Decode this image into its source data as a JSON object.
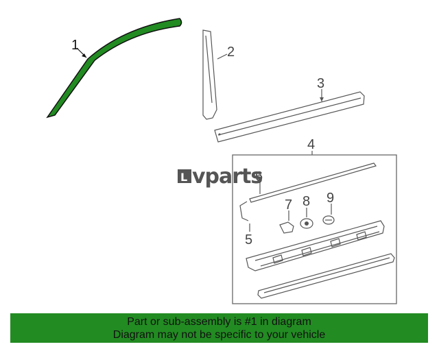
{
  "callouts": [
    "1",
    "2",
    "3",
    "4",
    "5",
    "6",
    "7",
    "8",
    "9"
  ],
  "watermark": {
    "brand_text": "vparts",
    "logo_letter": "L"
  },
  "banner": {
    "line1": "Part or sub-assembly is #1 in diagram",
    "line2": "Diagram may not be specific to your vehicle"
  },
  "colors": {
    "highlight": "#228b22",
    "line": "#555555",
    "background": "#ffffff"
  }
}
